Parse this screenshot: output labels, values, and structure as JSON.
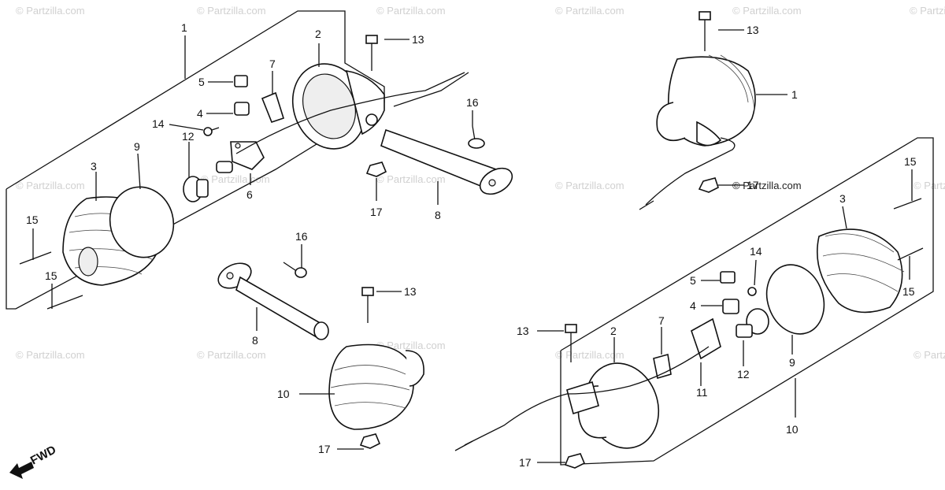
{
  "watermark": "© Partzilla.com",
  "fwd_label": "FWD",
  "callouts": {
    "c1a": "1",
    "c2a": "2",
    "c3a": "3",
    "c4a": "4",
    "c5a": "5",
    "c6a": "6",
    "c7a": "7",
    "c8a": "8",
    "c9a": "9",
    "c12a": "12",
    "c13a": "13",
    "c14a": "14",
    "c15a": "15",
    "c15b": "15",
    "c16a": "16",
    "c17a": "17",
    "c8b": "8",
    "c10a": "10",
    "c13b": "13",
    "c16b": "16",
    "c17b": "17",
    "c1b": "1",
    "c13c": "13",
    "c17c": "17",
    "c3b": "3",
    "c15c": "15",
    "c15d": "15",
    "c14b": "14",
    "c5b": "5",
    "c4b": "4",
    "c7b": "7",
    "c2b": "2",
    "c13d": "13",
    "c11a": "11",
    "c12b": "12",
    "c9b": "9",
    "c10b": "10",
    "c17d": "17"
  }
}
